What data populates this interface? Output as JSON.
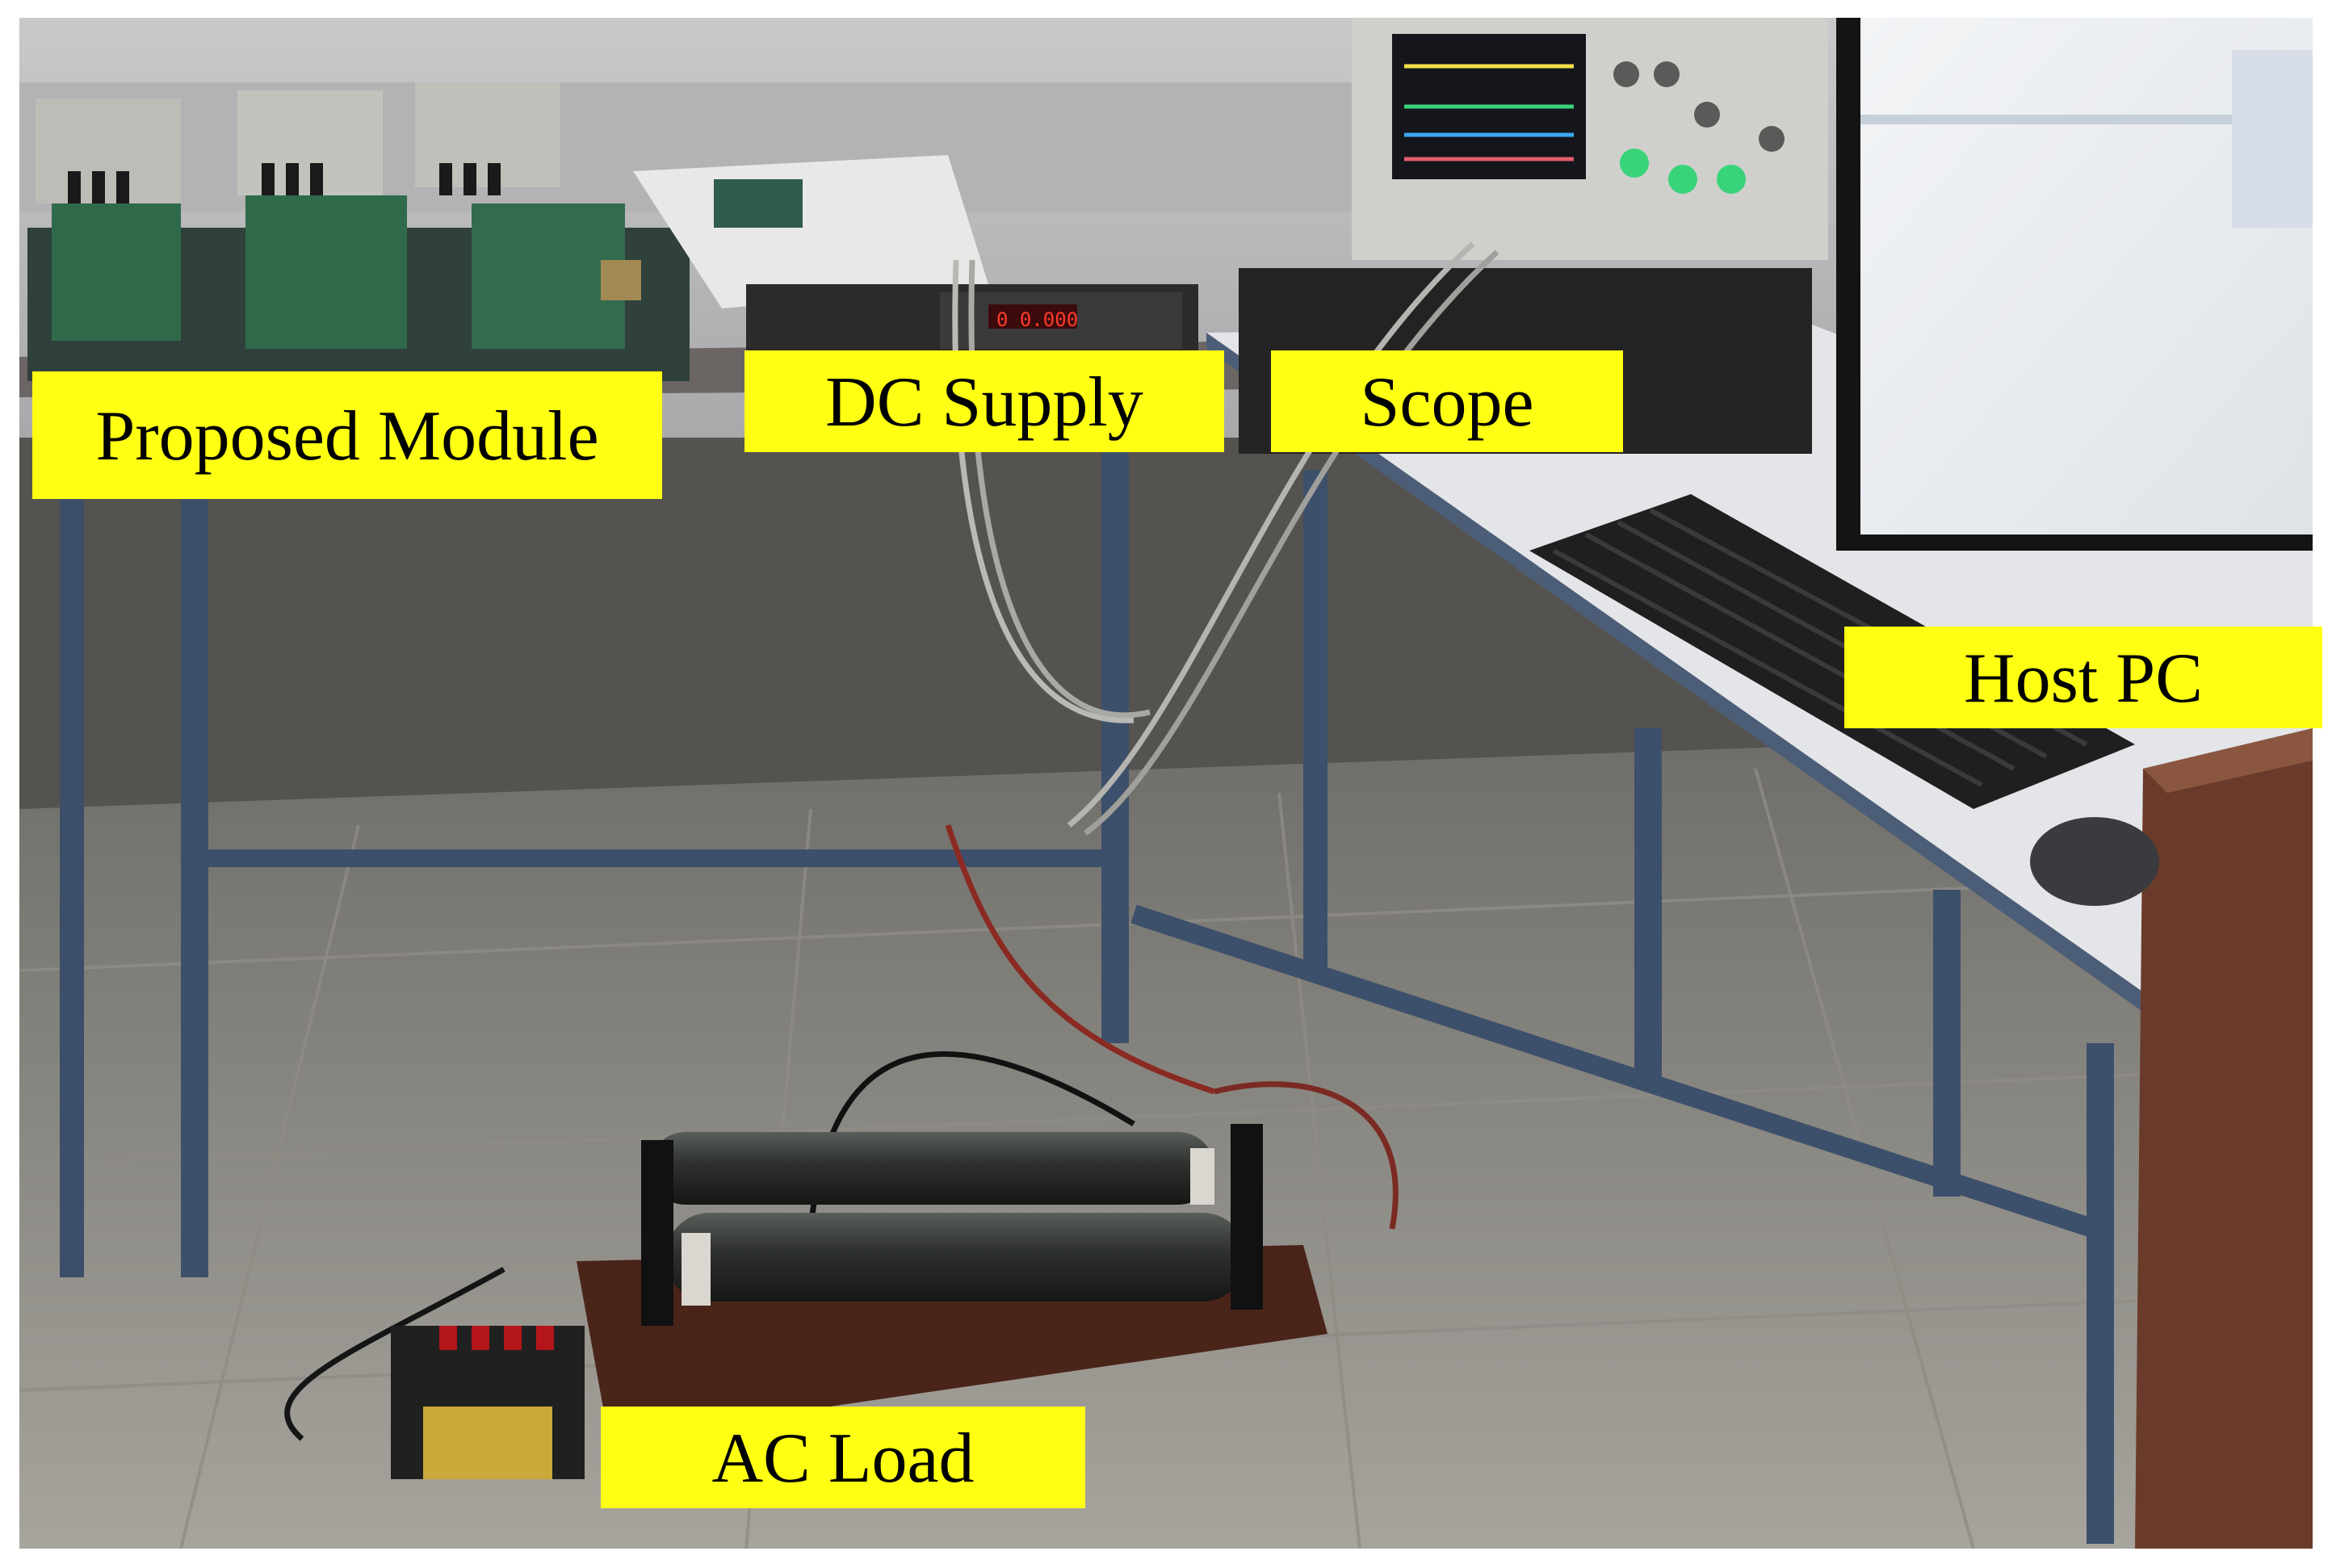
{
  "labels": {
    "proposed_module": "Proposed Module",
    "dc_supply": "DC Supply",
    "scope": "Scope",
    "host_pc": "Host PC",
    "ac_load": "AC Load"
  },
  "colors": {
    "label_background": "#ffff14",
    "label_text": "#000000"
  }
}
